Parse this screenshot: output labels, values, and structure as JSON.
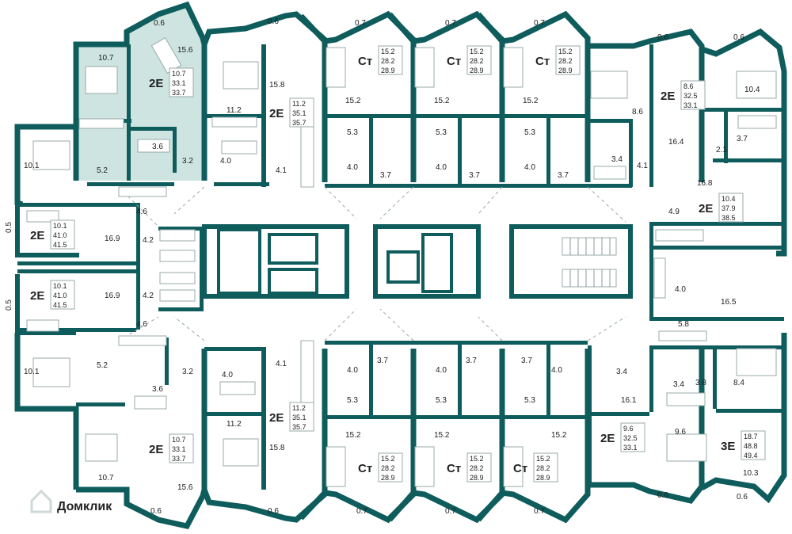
{
  "brand": {
    "watermark": "Домклик"
  },
  "highlight": {
    "color": "#cde4e0",
    "wall_color": "#0e5c5c"
  },
  "units": [
    {
      "type": "2Е",
      "areas": [
        "10.7",
        "33.1",
        "33.7"
      ]
    },
    {
      "type": "2Е",
      "areas": [
        "11.2",
        "35.1",
        "35.7"
      ]
    },
    {
      "type": "Ст",
      "areas": [
        "15.2",
        "28.2",
        "28.9"
      ]
    },
    {
      "type": "Ст",
      "areas": [
        "15.2",
        "28.2",
        "28.9"
      ]
    },
    {
      "type": "Ст",
      "areas": [
        "15.2",
        "28.2",
        "28.9"
      ]
    },
    {
      "type": "2Е",
      "areas": [
        "8.6",
        "32.5",
        "33.1"
      ]
    },
    {
      "type": "2Е",
      "areas": [
        "10.1",
        "41.0",
        "41.5"
      ]
    },
    {
      "type": "2Е",
      "areas": [
        "10.1",
        "41.0",
        "41.5"
      ]
    },
    {
      "type": "2Е",
      "areas": [
        "10.4",
        "37.9",
        "38.5"
      ]
    },
    {
      "type": "2Е",
      "areas": [
        "11.2",
        "35.1",
        "35.7"
      ]
    },
    {
      "type": "2Е",
      "areas": [
        "10.7",
        "33.1",
        "33.7"
      ]
    },
    {
      "type": "Ст",
      "areas": [
        "15.2",
        "28.2",
        "28.9"
      ]
    },
    {
      "type": "Ст",
      "areas": [
        "15.2",
        "28.2",
        "28.9"
      ]
    },
    {
      "type": "Ст",
      "areas": [
        "15.2",
        "28.2",
        "28.9"
      ]
    },
    {
      "type": "2Е",
      "areas": [
        "9.6",
        "32.5",
        "33.1"
      ]
    },
    {
      "type": "3Е",
      "areas": [
        "18.7",
        "48.8",
        "49.4"
      ]
    }
  ],
  "room_labels": [
    "0.6",
    "0.6",
    "0.7",
    "0.7",
    "0.7",
    "0.6",
    "0.6",
    "10.7",
    "15.6",
    "15.8",
    "11.2",
    "15.2",
    "15.2",
    "15.2",
    "8.6",
    "10.4",
    "5.3",
    "5.3",
    "5.3",
    "3.6",
    "3.2",
    "4.0",
    "4.1",
    "4.0",
    "3.7",
    "4.0",
    "3.7",
    "4.0",
    "3.7",
    "3.4",
    "4.1",
    "16.4",
    "2.1",
    "3.7",
    "16.8",
    "10.1",
    "5.2",
    "4.6",
    "4.9",
    "0.5",
    "16.9",
    "4.2",
    "16.9",
    "4.2",
    "0.5",
    "4.0",
    "16.5",
    "4.6",
    "5.8",
    "10.1",
    "5.2",
    "3.2",
    "4.1",
    "4.0",
    "3.7",
    "4.0",
    "3.7",
    "3.7",
    "4.0",
    "3.4",
    "3.8",
    "8.4",
    "3.6",
    "4.0",
    "3.4",
    "16.1",
    "5.3",
    "5.3",
    "5.3",
    "11.2",
    "15.8",
    "15.2",
    "15.2",
    "15.2",
    "9.6",
    "10.7",
    "15.6",
    "10.3",
    "0.6",
    "0.6",
    "0.7",
    "0.7",
    "0.7",
    "0.6",
    "0.6"
  ]
}
